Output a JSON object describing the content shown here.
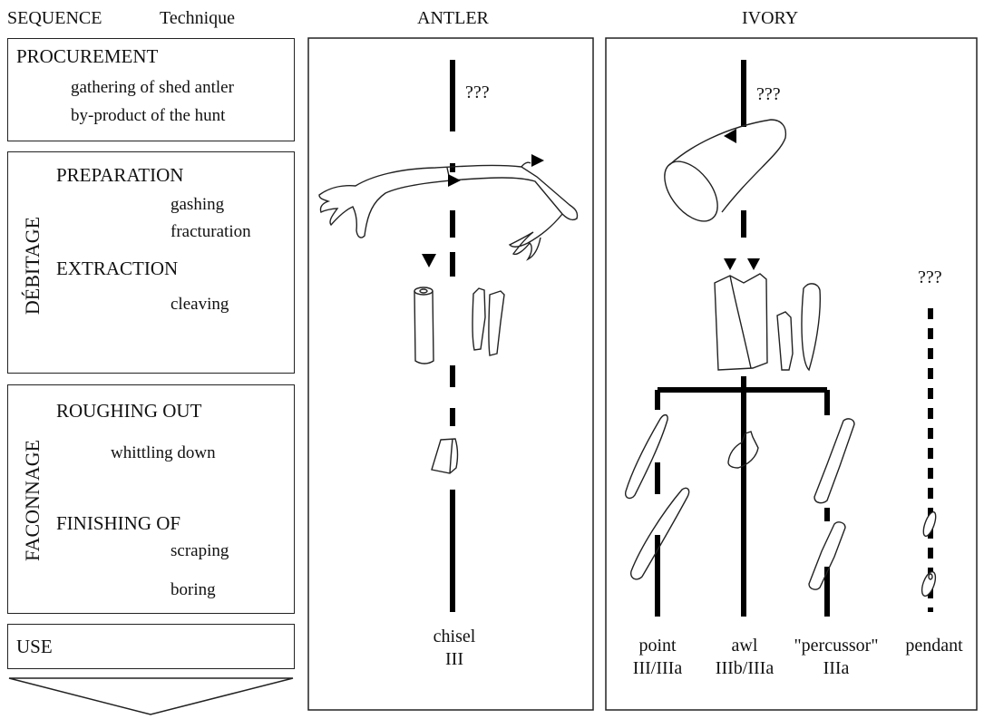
{
  "header": {
    "sequence": "SEQUENCE",
    "technique": "Technique",
    "antler": "ANTLER",
    "ivory": "IVORY"
  },
  "stages": {
    "procurement": {
      "title": "PROCUREMENT",
      "items": [
        "gathering of shed antler",
        "by-product of the hunt"
      ]
    },
    "debitage": {
      "label": "DÉBITAGE",
      "preparation": "PREPARATION",
      "preparation_items": [
        "gashing",
        "fracturation"
      ],
      "extraction": "EXTRACTION",
      "extraction_items": [
        "cleaving"
      ]
    },
    "faconnage": {
      "label": "FACONNAGE",
      "roughing": "ROUGHING OUT",
      "roughing_items": [
        "whittling down"
      ],
      "finishing": "FINISHING OF",
      "finishing_items": [
        "scraping",
        "boring"
      ]
    },
    "use": {
      "title": "USE"
    }
  },
  "antler_column": {
    "unknown": "???",
    "product": {
      "name": "chisel",
      "code": "III"
    }
  },
  "ivory_column": {
    "unknown_main": "???",
    "unknown_pendant": "???",
    "products": [
      {
        "name": "point",
        "code": "III/IIIa"
      },
      {
        "name": "awl",
        "code": "IIIb/IIIa"
      },
      {
        "name": "\"percussor\"",
        "code": "IIIa"
      },
      {
        "name": "pendant",
        "code": ""
      }
    ]
  }
}
